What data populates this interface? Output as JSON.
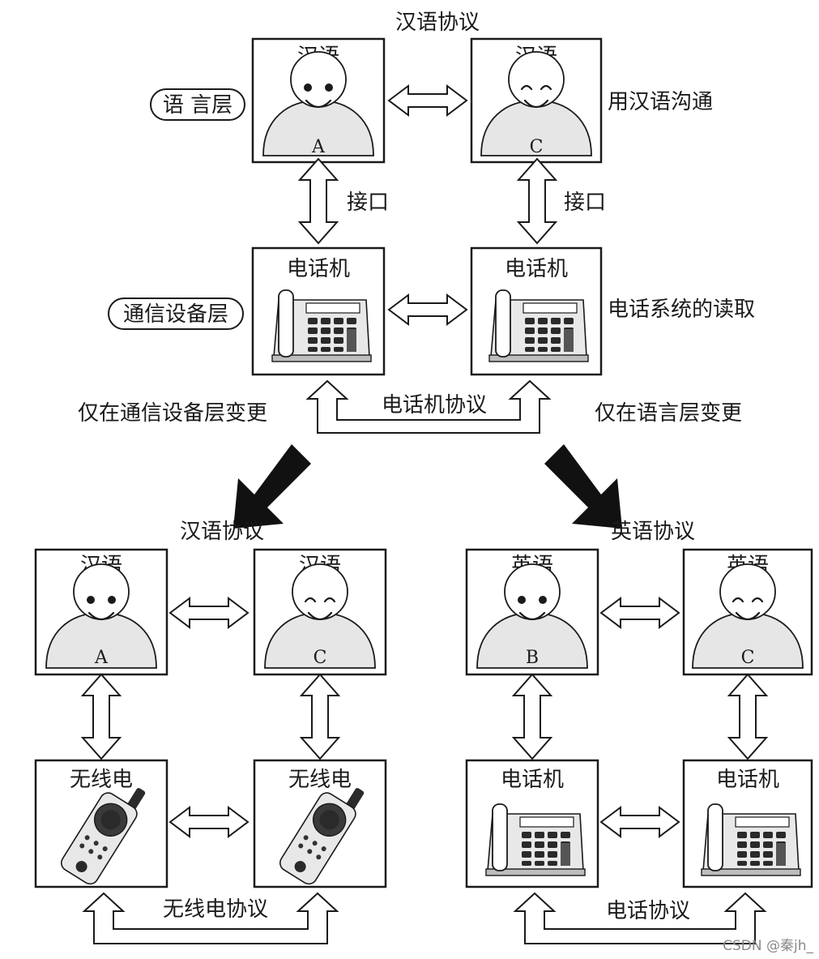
{
  "top": {
    "protocol": "汉语协议",
    "layer_language": "语 言层",
    "layer_comm": "通信设备层",
    "left_lang": "汉语",
    "right_lang": "汉语",
    "person_left": "A",
    "person_right": "C",
    "right_note_lang": "用汉语沟通",
    "interface_left": "接口",
    "interface_right": "接口",
    "device_left": "电话机",
    "device_right": "电话机",
    "right_note_device": "电话系统的读取",
    "bottom_protocol": "电话机协议"
  },
  "change_left": "仅在通信设备层变更",
  "change_right": "仅在语言层变更",
  "bottom_left": {
    "protocol": "汉语协议",
    "lang_a": "汉语",
    "lang_c": "汉语",
    "person_a": "A",
    "person_c": "C",
    "device_a": "无线电",
    "device_c": "无线电",
    "bottom_protocol": "无线电协议"
  },
  "bottom_right": {
    "protocol": "英语协议",
    "lang_b": "英语",
    "lang_c": "英语",
    "person_b": "B",
    "person_c": "C",
    "device_b": "电话机",
    "device_c": "电话机",
    "bottom_protocol": "电话协议"
  },
  "watermark": "CSDN @秦jh_"
}
